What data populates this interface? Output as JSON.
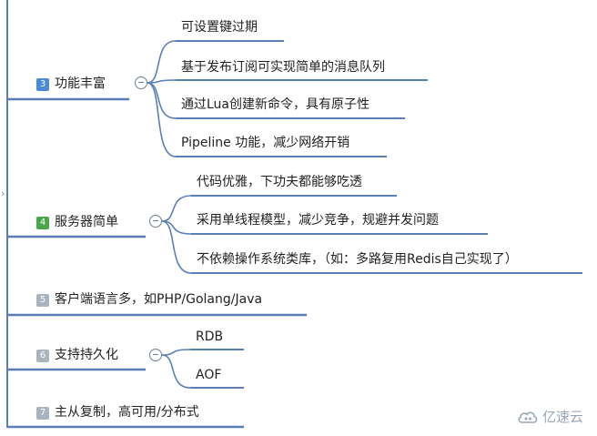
{
  "colors": {
    "line": "#5a7fb8",
    "badge_blue": "#4a8ad8",
    "badge_green": "#4aa64a",
    "badge_gray": "#a9b4bf"
  },
  "branches": [
    {
      "num": "3",
      "label": "功能丰富",
      "collapse": true,
      "children": [
        "可设置键过期",
        "基于发布订阅可实现简单的消息队列",
        "通过Lua创建新命令，具有原子性",
        "Pipeline 功能，减少网络开销"
      ]
    },
    {
      "num": "4",
      "label": "服务器简单",
      "collapse": true,
      "children": [
        "代码优雅，下功夫都能够吃透",
        "采用单线程模型，减少竞争，规避并发问题",
        "不依赖操作系统类库，（如：多路复用Redis自己实现了）"
      ]
    },
    {
      "num": "5",
      "label": "客户端语言多，如PHP/Golang/Java",
      "collapse": false,
      "children": []
    },
    {
      "num": "6",
      "label": "支持持久化",
      "collapse": true,
      "children": [
        "RDB",
        "AOF"
      ]
    },
    {
      "num": "7",
      "label": "主从复制，高可用/分布式",
      "collapse": false,
      "children": []
    }
  ],
  "watermark": {
    "text": "亿速云",
    "icon": "cloud-logo-icon"
  }
}
